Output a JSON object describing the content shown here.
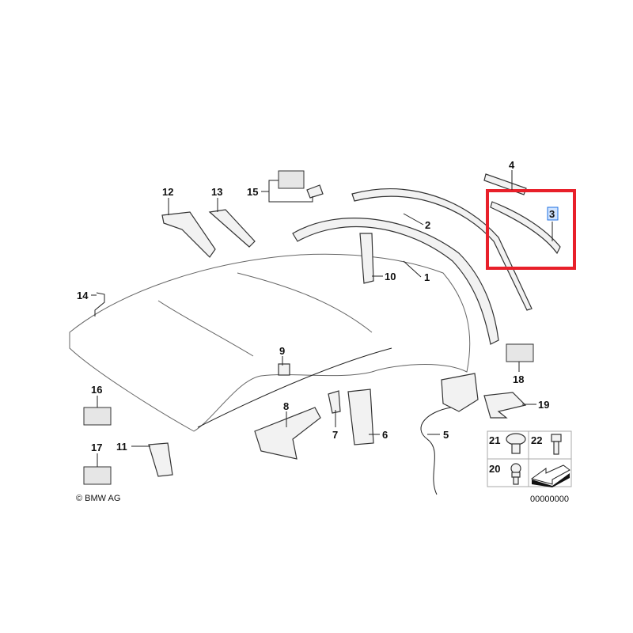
{
  "diagram": {
    "copyright": "© BMW AG",
    "reference_number": "00000000",
    "highlight_color": "#e8202a",
    "selected_label_color": "#1e6fe0",
    "part_labels": {
      "p1": "1",
      "p2": "2",
      "p3": "3",
      "p4": "4",
      "p5": "5",
      "p6": "6",
      "p7": "7",
      "p8": "8",
      "p9": "9",
      "p10": "10",
      "p11": "11",
      "p12": "12",
      "p13": "13",
      "p14": "14",
      "p15": "15",
      "p16": "16",
      "p17": "17",
      "p18": "18",
      "p19": "19",
      "p20": "20",
      "p21": "21",
      "p22": "22"
    }
  }
}
